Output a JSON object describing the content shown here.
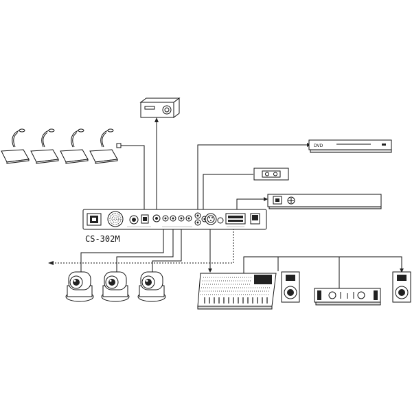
{
  "device": {
    "model_label": "CS-302M"
  },
  "dvd_player": {
    "label": "DVD"
  },
  "colors": {
    "line": "#111111",
    "panel_fill": "#ffffff",
    "shade": "#dddddd"
  },
  "equipment": {
    "microphone_units": 4,
    "ptz_cameras": 3,
    "speakers": 2
  },
  "icons": [
    "projector-icon",
    "dvd-player-icon",
    "microphone-unit-icon",
    "ptz-camera-icon",
    "audio-mixer-icon",
    "power-amplifier-icon",
    "speaker-icon",
    "signal-processor-icon",
    "audio-recorder-icon"
  ]
}
